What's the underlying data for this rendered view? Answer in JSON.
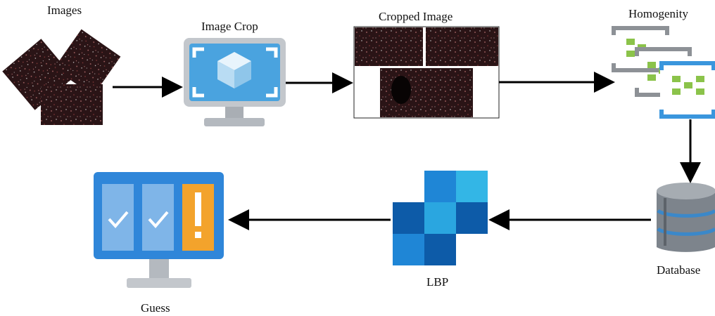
{
  "labels": {
    "images": "Images",
    "image_crop": "Image Crop",
    "cropped_image": "Cropped Image",
    "homogenity": "Homogenity",
    "database": "Database",
    "lbp": "LBP",
    "guess": "Guess"
  },
  "colors": {
    "photo_dark": "#2a1416",
    "crop_blue": "#4aa3df",
    "monitor_gray": "#c3c7cc",
    "homogenity_green": "#8bc34a",
    "homogenity_gray": "#8d9196",
    "homogenity_blue": "#3a96dd",
    "lbp_dark": "#0d5ba8",
    "lbp_mid": "#1f86d6",
    "lbp_light": "#33b6e6",
    "guess_blue": "#2f86d9",
    "guess_orange": "#f3a32c",
    "db_gray": "#7d848c",
    "db_blue": "#3b88c9"
  },
  "icons": [
    "images-icon",
    "image-crop-icon",
    "cropped-image-icon",
    "homogenity-icon",
    "database-icon",
    "lbp-icon",
    "guess-icon"
  ]
}
